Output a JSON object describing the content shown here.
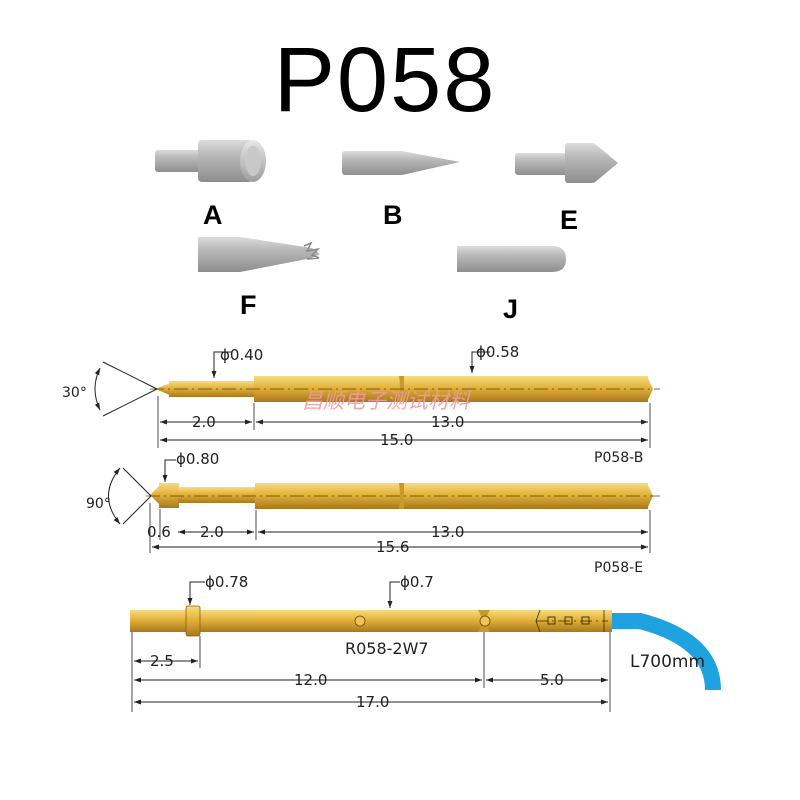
{
  "title": "P058",
  "tips": [
    {
      "label": "A"
    },
    {
      "label": "B"
    },
    {
      "label": "E"
    },
    {
      "label": "F"
    },
    {
      "label": "J"
    }
  ],
  "drawing_b": {
    "angle": "30°",
    "tip_diameter": "ϕ0.40",
    "body_diameter": "ϕ0.58",
    "dim_short": "2.0",
    "dim_body": "13.0",
    "dim_total": "15.0",
    "model": "P058-B"
  },
  "drawing_e": {
    "angle": "90°",
    "tip_diameter": "ϕ0.80",
    "dim_head": "0.6",
    "dim_short": "2.0",
    "dim_body": "13.0",
    "dim_total": "15.6",
    "model": "P058-E"
  },
  "receptacle": {
    "ring_diameter": "ϕ0.78",
    "body_diameter": "ϕ0.7",
    "model": "R058-2W7",
    "dim_ring": "2.5",
    "dim_main": "12.0",
    "dim_tail": "5.0",
    "dim_total": "17.0",
    "wire_length": "L700mm"
  },
  "watermark": "昌顺电子测试材料",
  "colors": {
    "gold": "#e3b23a",
    "gold_light": "#f6d875",
    "gold_dark": "#a9781c",
    "wire": "#1fa3e0",
    "watermark": "#f29aa0",
    "steel": "#b4b4b4"
  }
}
